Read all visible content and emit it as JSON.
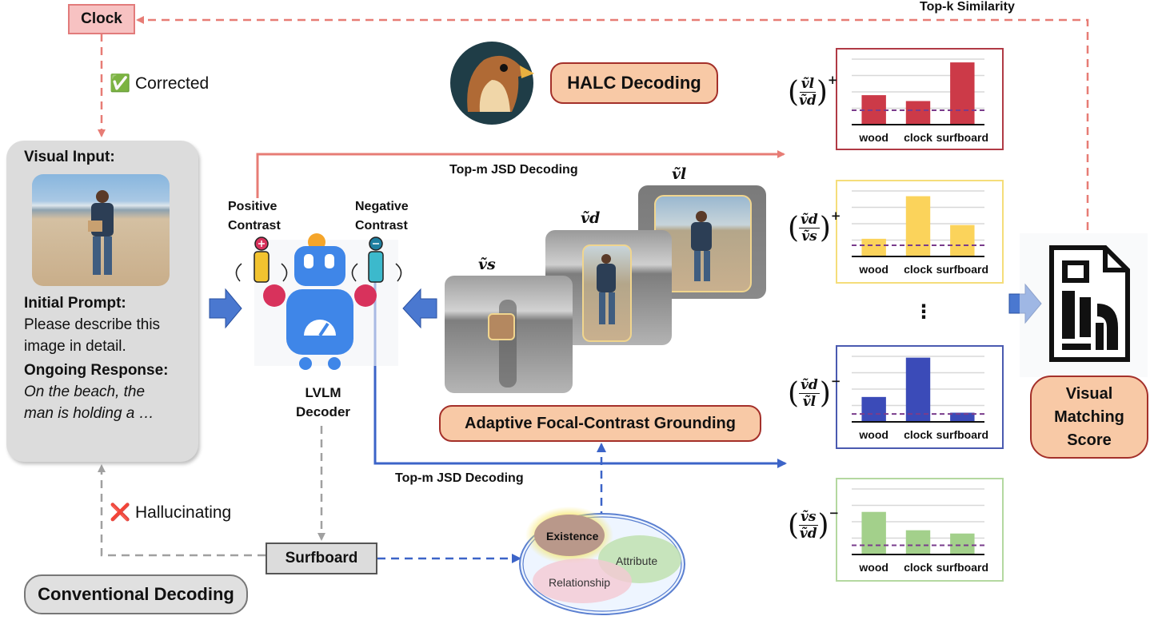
{
  "top_similarity": "Top-k Similarity",
  "clock_label": "Clock",
  "corrected": {
    "mark": "✅",
    "text": "Corrected"
  },
  "hallucinating": {
    "mark": "❌",
    "text": "Hallucinating"
  },
  "halc_title": "HALC Decoding",
  "top_m_upper": "Top-m JSD Decoding",
  "top_m_lower": "Top-m JSD Decoding",
  "positive_contrast": [
    "Positive",
    "Contrast"
  ],
  "negative_contrast": [
    "Negative",
    "Contrast"
  ],
  "decoder_label": [
    "LVLM",
    "Decoder"
  ],
  "surfboard_label": "Surfboard",
  "conventional_decoding": "Conventional Decoding",
  "afcg_title": "Adaptive Focal-Contrast Grounding",
  "visual_matching": [
    "Visual",
    "Matching",
    "Score"
  ],
  "view_labels": {
    "s": "ṽs",
    "d": "ṽd",
    "l": "ṽl"
  },
  "ellipsis": "⋮",
  "venn": {
    "existence": "Existence",
    "attribute": "Attribute",
    "relationship": "Relationship"
  },
  "panel": {
    "visual_input_heading": "Visual Input:",
    "initial_prompt_heading": "Initial Prompt:",
    "initial_prompt_lines": [
      "Please describe this",
      "image in detail."
    ],
    "ongoing_heading": "Ongoing Response:",
    "ongoing_lines": [
      "On the beach, the",
      "man is holding a …"
    ]
  },
  "colors": {
    "red": "#cc3a48",
    "yellow": "#fbd35b",
    "blue": "#3b4bb8",
    "green": "#a3d08b",
    "arrow_red": "#e77c75",
    "arrow_blue": "#3c64c8",
    "dash_gray": "#a0a0a0"
  },
  "chart_data": [
    {
      "type": "bar",
      "ratio": {
        "num": "ṽl",
        "den": "ṽd",
        "sign": "+"
      },
      "categories": [
        "wood",
        "clock",
        "surfboard"
      ],
      "values": [
        0.45,
        0.36,
        0.95
      ],
      "threshold": 0.22,
      "ylim": [
        0,
        1
      ],
      "color": "#cc3a48",
      "border": "#b03a45"
    },
    {
      "type": "bar",
      "ratio": {
        "num": "ṽd",
        "den": "ṽs",
        "sign": "+"
      },
      "categories": [
        "wood",
        "clock",
        "surfboard"
      ],
      "values": [
        0.27,
        0.92,
        0.48
      ],
      "threshold": 0.17,
      "ylim": [
        0,
        1
      ],
      "color": "#fbd35b",
      "border": "#f5dd7a"
    },
    {
      "type": "bar",
      "ratio": {
        "num": "ṽd",
        "den": "ṽl",
        "sign": "−"
      },
      "categories": [
        "wood",
        "clock",
        "surfboard"
      ],
      "values": [
        0.38,
        0.98,
        0.14
      ],
      "threshold": 0.12,
      "ylim": [
        0,
        1
      ],
      "color": "#3b4bb8",
      "border": "#4a5ab0"
    },
    {
      "type": "bar",
      "ratio": {
        "num": "ṽs",
        "den": "ṽd",
        "sign": "−"
      },
      "categories": [
        "wood",
        "clock",
        "surfboard"
      ],
      "values": [
        0.65,
        0.37,
        0.32
      ],
      "threshold": 0.14,
      "ylim": [
        0,
        1
      ],
      "color": "#a3d08b",
      "border": "#b4d8a0"
    }
  ]
}
